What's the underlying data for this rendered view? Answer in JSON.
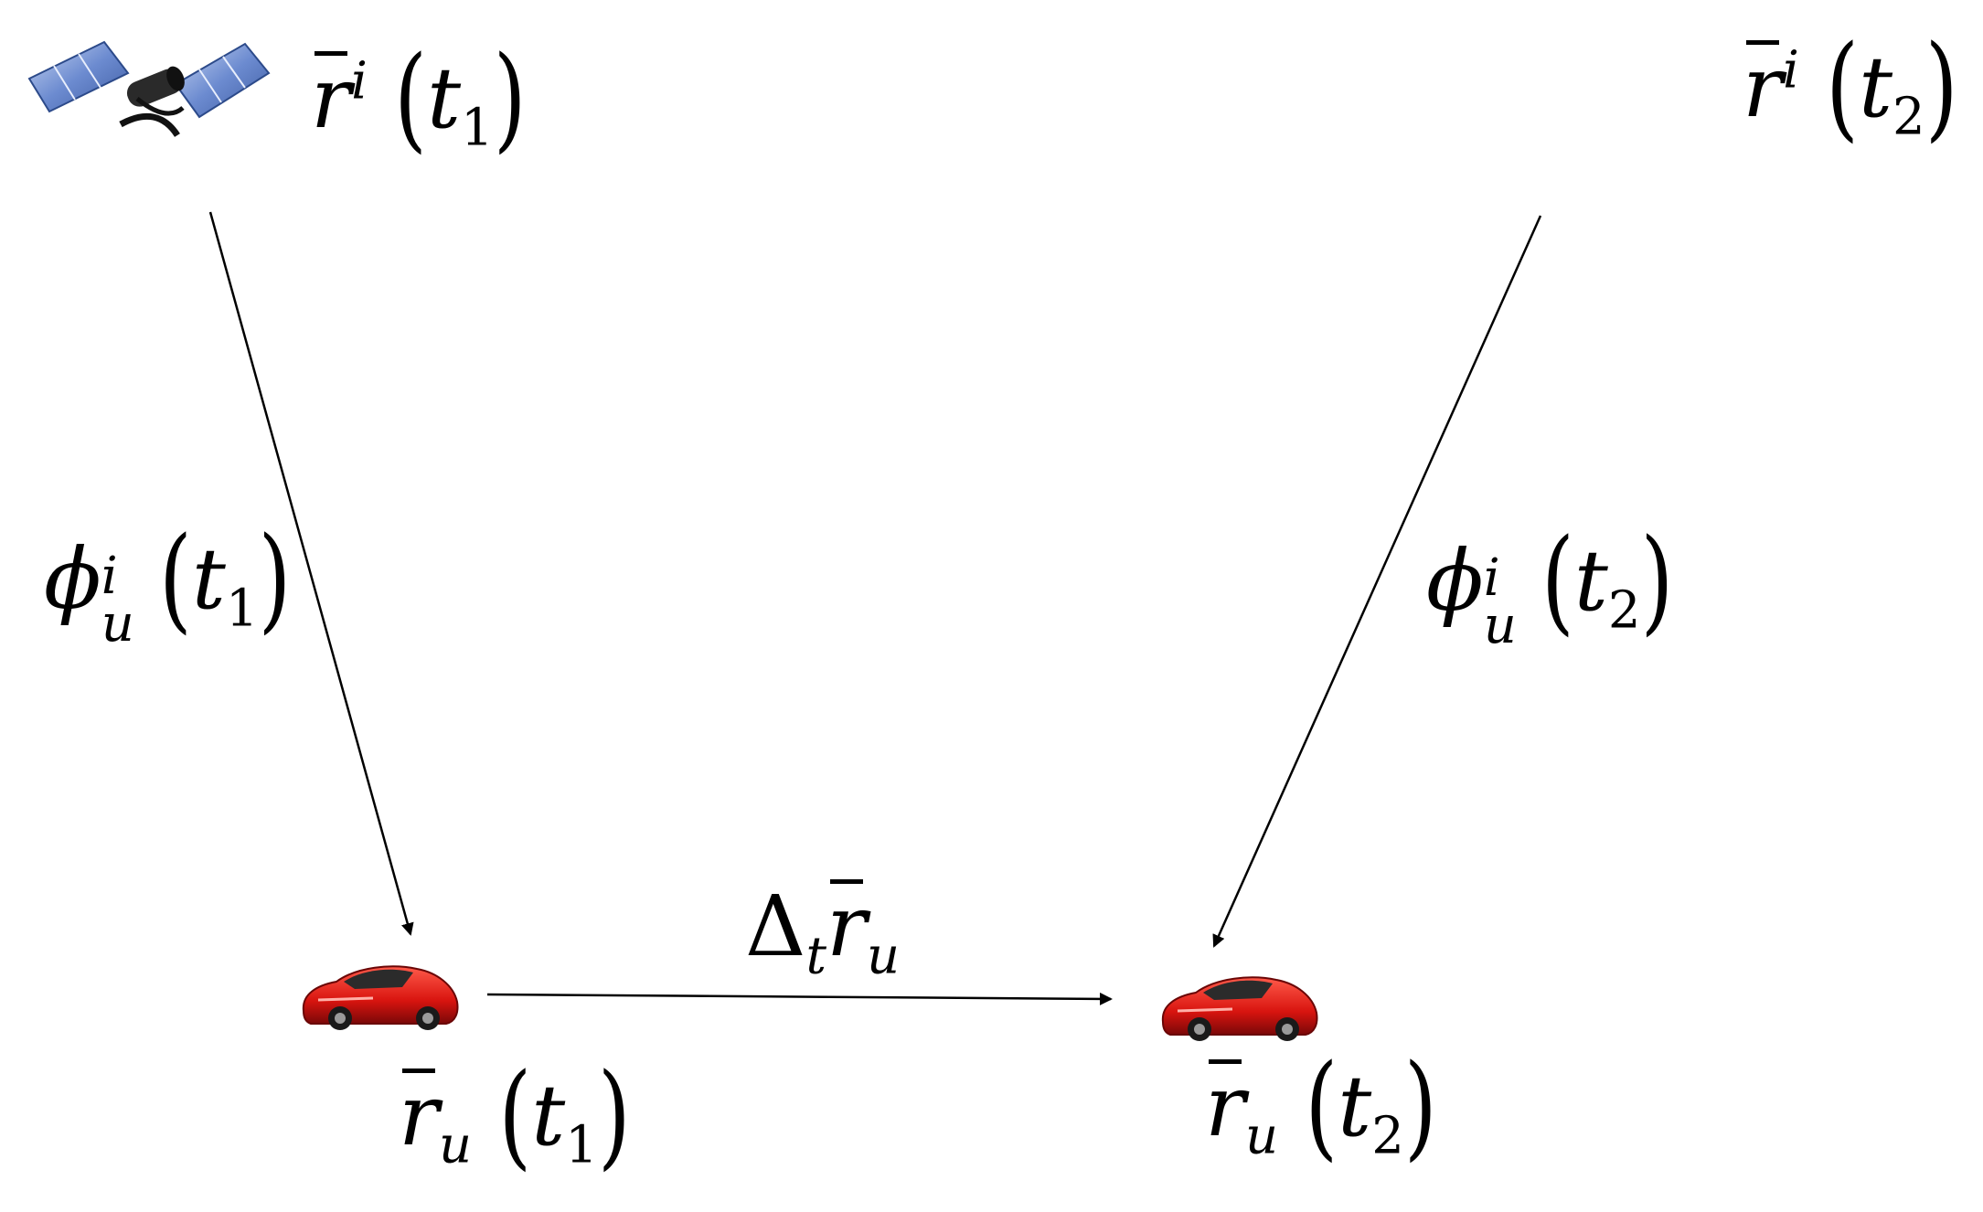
{
  "labels": {
    "sat1_position": {
      "vector": "r",
      "sup": "i",
      "time": "t",
      "index": "1"
    },
    "sat2_position": {
      "vector": "r",
      "sup": "i",
      "time": "t",
      "index": "2"
    },
    "phase1": {
      "symbol": "ϕ",
      "sup": "i",
      "sub": "u",
      "time": "t",
      "index": "1"
    },
    "phase2": {
      "symbol": "ϕ",
      "sup": "i",
      "sub": "u",
      "time": "t",
      "index": "2"
    },
    "displacement": {
      "delta": "Δ",
      "delta_sub": "t",
      "vector": "r",
      "sub": "u"
    },
    "car1_position": {
      "vector": "r",
      "sub": "u",
      "time": "t",
      "index": "1"
    },
    "car2_position": {
      "vector": "r",
      "sub": "u",
      "time": "t",
      "index": "2"
    }
  },
  "colors": {
    "panel": "#4a6cb3",
    "panel_light": "#9fb6e6",
    "car": "#e01a1a",
    "car_dark": "#8a0c0c",
    "ink": "#000000"
  },
  "icons": [
    "satellite-icon",
    "car-icon"
  ]
}
